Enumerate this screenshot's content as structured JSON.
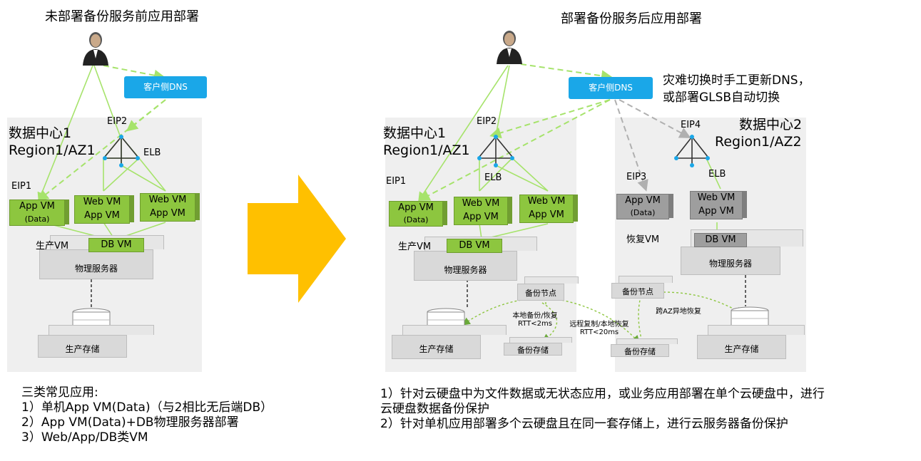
{
  "left": {
    "title": "未部署备份服务前应用部署",
    "dns": "客户侧DNS",
    "dc_name": "数据中心1",
    "dc_region": "Region1/AZ1",
    "eip_top": "EIP2",
    "elb": "ELB",
    "eip_app": "EIP1",
    "app_vm": [
      "App VM",
      "(Data)"
    ],
    "web_vm_a": [
      "Web VM",
      "App VM"
    ],
    "web_vm_b": [
      "Web VM",
      "App VM"
    ],
    "prod_vm_label": "生产VM",
    "db_vm": "DB VM",
    "physical_server": "物理服务器",
    "prod_storage": "生产存储",
    "notes": [
      "三类常见应用:",
      "1）单机App VM(Data)（与2相比无后端DB）",
      "2）App VM(Data)+DB物理服务器部署",
      "3）Web/App/DB类VM"
    ]
  },
  "right": {
    "title": "部署备份服务后应用部署",
    "dns": "客户侧DNS",
    "dns_note": [
      "灾难切换时手工更新DNS，",
      "或部署GLSB自动切换"
    ],
    "dc1_name": "数据中心1",
    "dc1_region": "Region1/AZ1",
    "dc2_name": "数据中心2",
    "dc2_region": "Region1/AZ2",
    "eip_dc1": "EIP2",
    "elb_dc1": "ELB",
    "eip_app_dc1": "EIP1",
    "eip_dc2": "EIP4",
    "elb_dc2": "ELB",
    "eip_app_dc2": "EIP3",
    "app_vm": [
      "App VM",
      "(Data)"
    ],
    "web_vm_a": [
      "Web VM",
      "App VM"
    ],
    "web_vm_b": [
      "Web VM",
      "App VM"
    ],
    "prod_vm_label": "生产VM",
    "db_vm": "DB VM",
    "physical_server": "物理服务器",
    "backup_node": "备份节点",
    "prod_storage": "生产存储",
    "backup_storage": "备份存储",
    "local_backup": [
      "本地备份/恢复",
      "RTT<2ms"
    ],
    "remote_copy": [
      "远程复制/本地恢复",
      "RTT<20ms"
    ],
    "dc2_app_vm": [
      "App VM",
      "(Data)"
    ],
    "dc2_web_vm": [
      "Web VM",
      "App VM"
    ],
    "restore_vm_label": "恢复VM",
    "dc2_db_vm": "DB VM",
    "dc2_physical_server": "物理服务器",
    "dc2_backup_node": "备份节点",
    "cross_az": "跨AZ异地恢复",
    "dc2_backup_storage": "备份存储",
    "dc2_prod_storage": "生产存储",
    "notes": [
      "1）针对云硬盘中为文件数据或无状态应用，或业务应用部署在单个云硬盘中，进行",
      "云硬盘数据备份保护",
      "2）针对单机应用部署多个云硬盘且在同一套存储上，进行云服务器备份保护"
    ]
  },
  "colors": {
    "vm_green": "#8dc63f",
    "vm_gray": "#9e9e9e",
    "dns_blue": "#1aa7e8",
    "arrow_yellow": "#ffc000",
    "link_green": "#a6e36b"
  }
}
